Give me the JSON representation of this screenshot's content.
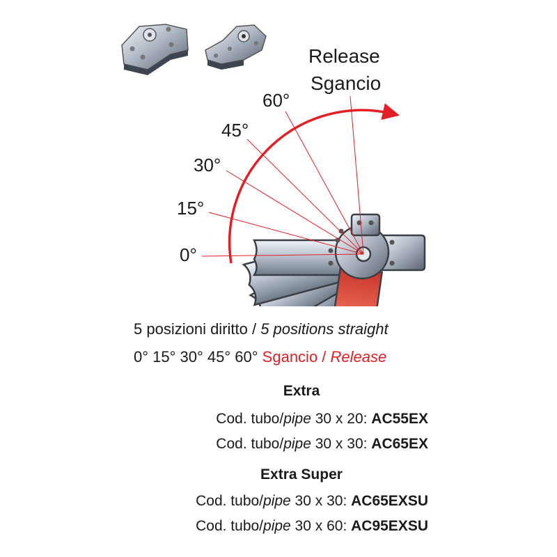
{
  "diagram": {
    "release_en": "Release",
    "release_it": "Sgancio",
    "angles": [
      "0°",
      "15°",
      "30°",
      "45°",
      "60°"
    ],
    "accent": "#e31e24"
  },
  "caption": {
    "line1_it": "5 posizioni diritto / ",
    "line1_en": "5 positions straight",
    "angles_text": "0° 15° 30° 45° 60° ",
    "release_it": "Sgancio / ",
    "release_en": "Release"
  },
  "groups": [
    {
      "name": "Extra",
      "rows": [
        {
          "prefix": "Cod. tubo/",
          "pipe": "pipe",
          "size": " 30 x 20: ",
          "code": "AC55EX"
        },
        {
          "prefix": "Cod. tubo/",
          "pipe": "pipe",
          "size": " 30 x 30: ",
          "code": "AC65EX"
        }
      ]
    },
    {
      "name": "Extra Super",
      "rows": [
        {
          "prefix": "Cod. tubo/",
          "pipe": "pipe",
          "size": " 30 x 30: ",
          "code": "AC65EXSU"
        },
        {
          "prefix": "Cod. tubo/",
          "pipe": "pipe",
          "size": " 30 x 60: ",
          "code": "AC95EXSU"
        }
      ]
    }
  ]
}
